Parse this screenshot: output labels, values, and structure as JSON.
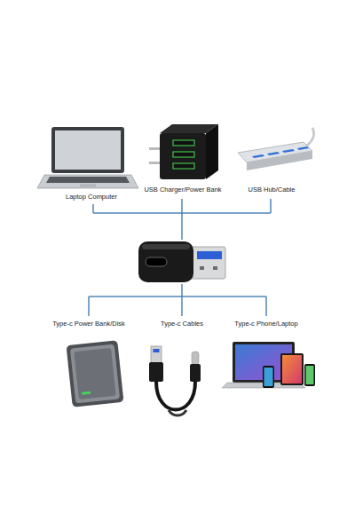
{
  "diagram": {
    "nodes": [
      {
        "text": [
          "Laptop Computer"
        ]
      },
      {
        "text": [
          "USB Charger/Power Bank"
        ]
      },
      {
        "text": [
          "USB Hub/Cable"
        ]
      },
      {
        "text": [
          "Type-c Power Bank/Disk"
        ]
      },
      {
        "text": [
          "Type-c Cables"
        ]
      },
      {
        "text": [
          "Type-c Phone/Laptop"
        ]
      }
    ]
  }
}
